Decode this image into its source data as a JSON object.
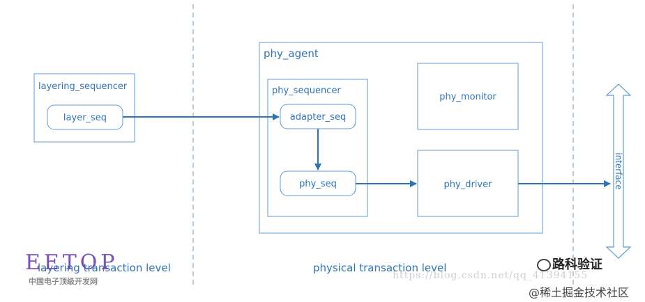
{
  "diagram": {
    "blocks": {
      "layering_sequencer": "layering_sequencer",
      "layer_seq": "layer_seq",
      "phy_agent": "phy_agent",
      "phy_sequencer": "phy_sequencer",
      "adapter_seq": "adapter_seq",
      "phy_seq": "phy_seq",
      "phy_monitor": "phy_monitor",
      "phy_driver": "phy_driver",
      "interface": "interface"
    },
    "regions": {
      "left": "layering transaction level",
      "right": "physical transaction level"
    },
    "colors": {
      "box_stroke": "#5b9bd5",
      "text": "#2f74b5",
      "arrow": "#2e75b6",
      "divider": "#6a9bc3"
    }
  },
  "watermarks": {
    "eetop_logo": "EETOP",
    "eetop_sub": "中国电子顶级开发网",
    "blog_url": "https://blog.csdn.net/qq_41394155",
    "wechat_account": "路科验证",
    "juejin": "@稀土掘金技术社区"
  }
}
